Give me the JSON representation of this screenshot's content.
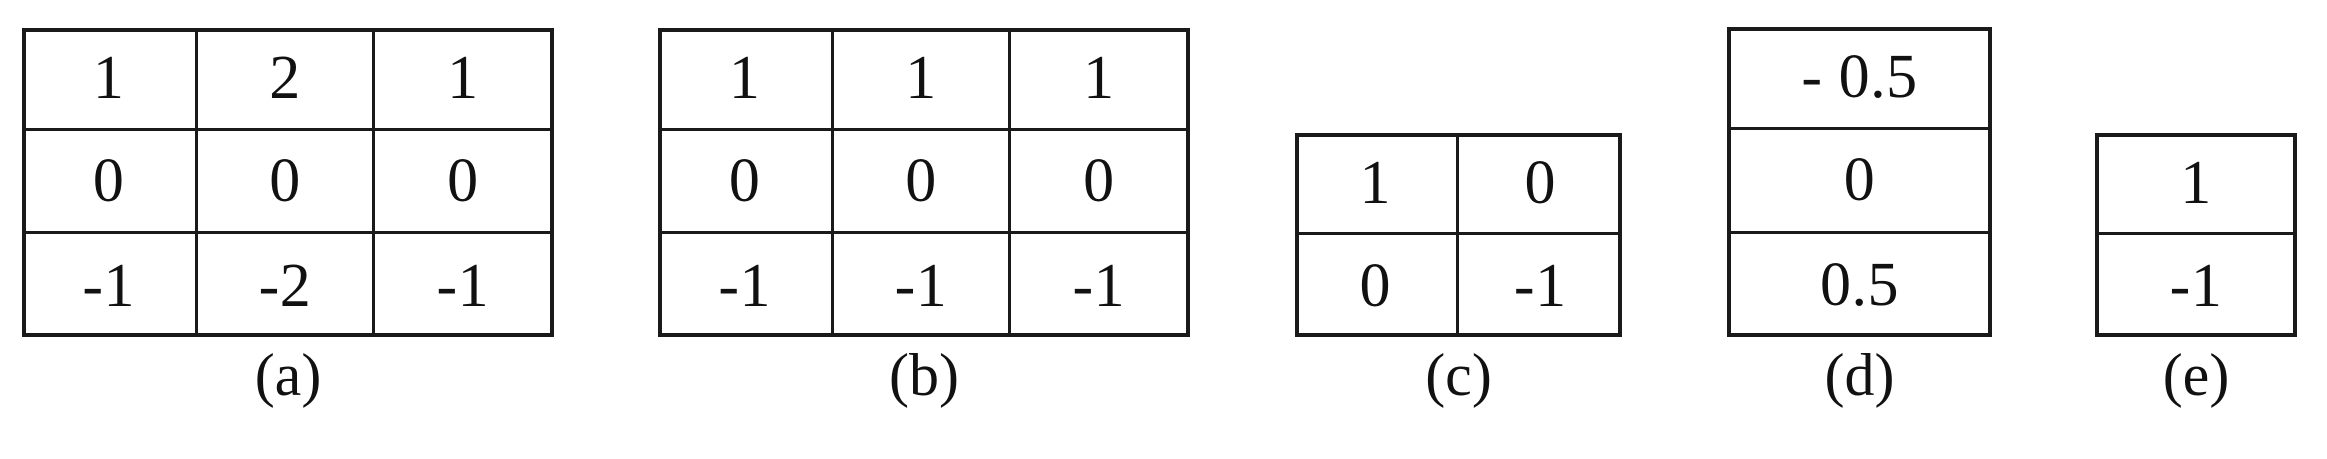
{
  "figure": {
    "background_color": "#ffffff",
    "text_color": "#111111",
    "border_color": "#1a1a1a",
    "panel_count": 5
  },
  "panels": [
    {
      "id": "a",
      "caption": "(a)",
      "rows": 3,
      "cols": 3,
      "cells": [
        [
          "1",
          "2",
          "1"
        ],
        [
          "0",
          "0",
          "0"
        ],
        [
          "-1",
          "-2",
          "-1"
        ]
      ]
    },
    {
      "id": "b",
      "caption": "(b)",
      "rows": 3,
      "cols": 3,
      "cells": [
        [
          "1",
          "1",
          "1"
        ],
        [
          "0",
          "0",
          "0"
        ],
        [
          "-1",
          "-1",
          "-1"
        ]
      ]
    },
    {
      "id": "c",
      "caption": "(c)",
      "rows": 2,
      "cols": 2,
      "cells": [
        [
          "1",
          "0"
        ],
        [
          "0",
          "-1"
        ]
      ]
    },
    {
      "id": "d",
      "caption": "(d)",
      "rows": 3,
      "cols": 1,
      "cells": [
        [
          "- 0.5"
        ],
        [
          "0"
        ],
        [
          "0.5"
        ]
      ]
    },
    {
      "id": "e",
      "caption": "(e)",
      "rows": 2,
      "cols": 1,
      "cells": [
        [
          "1"
        ],
        [
          "-1"
        ]
      ]
    }
  ]
}
